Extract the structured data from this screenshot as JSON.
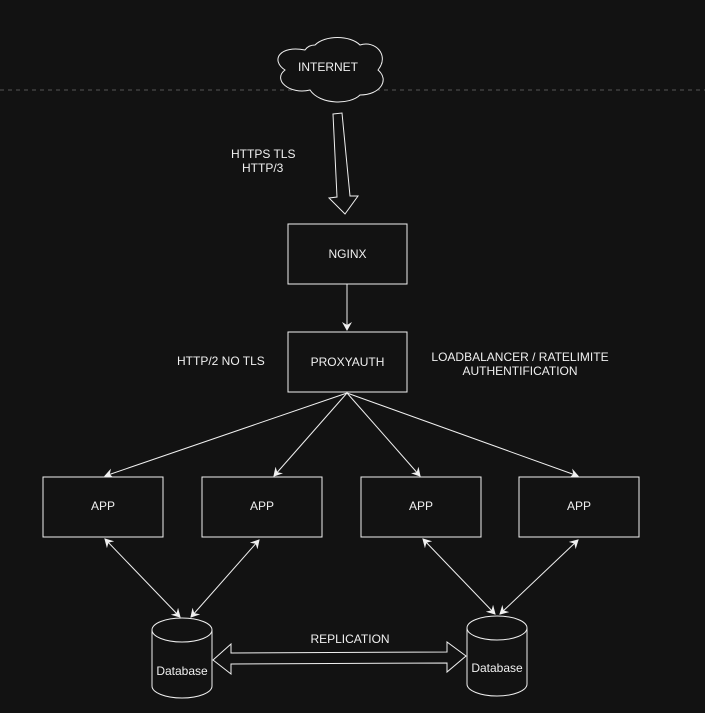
{
  "diagram": {
    "internet": "INTERNET",
    "edge_label_1": [
      "HTTPS TLS",
      "HTTP/3"
    ],
    "nginx": "NGINX",
    "proxyauth": "PROXYAUTH",
    "proxy_left_label": "HTTP/2 NO TLS",
    "proxy_right_label": [
      "LOADBALANCER / RATELIMITE",
      "AUTHENTIFICATION"
    ],
    "apps": [
      "APP",
      "APP",
      "APP",
      "APP"
    ],
    "databases": [
      "Database",
      "Database"
    ],
    "replication": "REPLICATION"
  }
}
